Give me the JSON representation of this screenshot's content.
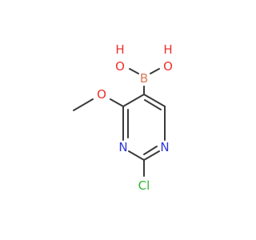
{
  "molecule": {
    "atoms": {
      "o_left": {
        "symbol": "O",
        "hydrogen": "H",
        "color": "#e8322c"
      },
      "o_right": {
        "symbol": "O",
        "hydrogen": "H",
        "color": "#e8322c"
      },
      "boron": {
        "symbol": "B",
        "color": "#d87a55"
      },
      "o_methoxy": {
        "symbol": "O",
        "color": "#e8322c"
      },
      "n_left": {
        "symbol": "N",
        "color": "#2d36d6"
      },
      "n_right": {
        "symbol": "N",
        "color": "#2d36d6"
      },
      "chlorine": {
        "symbol": "Cl",
        "color": "#2fb52f"
      }
    },
    "bond_color": "#3a3a3a"
  }
}
